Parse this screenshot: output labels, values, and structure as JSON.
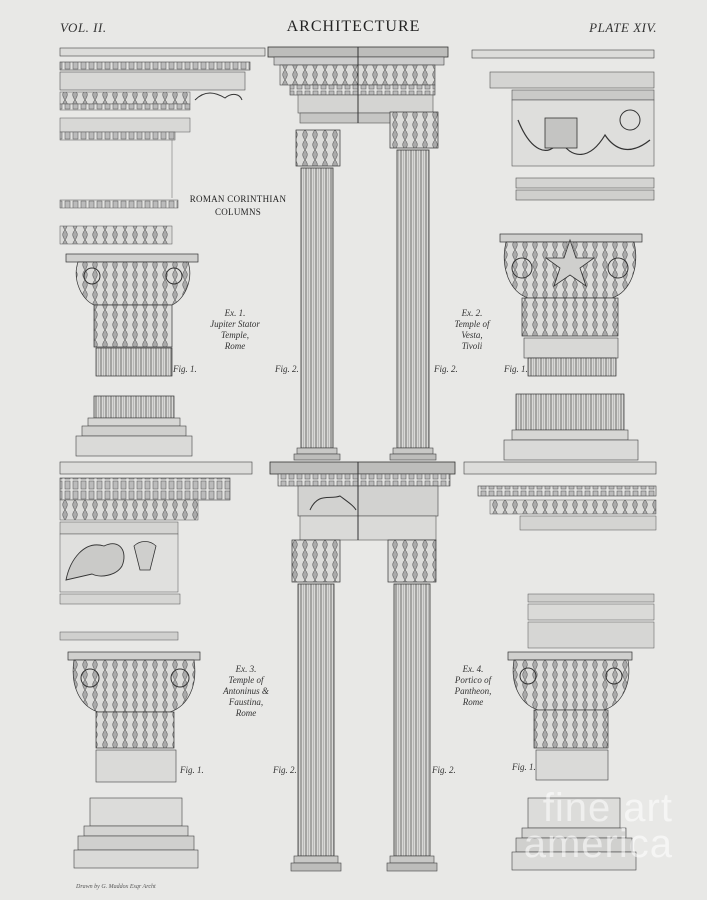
{
  "header": {
    "volume": "VOL. II.",
    "title": "ARCHITECTURE",
    "plate": "PLATE XIV."
  },
  "section_title": [
    "ROMAN CORINTHIAN",
    "COLUMNS"
  ],
  "examples": [
    {
      "label": "Ex. 1.",
      "place": [
        "Jupiter Stator",
        "Temple,",
        "Rome"
      ]
    },
    {
      "label": "Ex. 2.",
      "place": [
        "Temple of",
        "Vesta,",
        "Tivoli"
      ]
    },
    {
      "label": "Ex. 3.",
      "place": [
        "Temple of",
        "Antoninus &",
        "Faustina,",
        "Rome"
      ]
    },
    {
      "label": "Ex. 4.",
      "place": [
        "Portico of",
        "Pantheon,",
        "Rome"
      ]
    }
  ],
  "figure_labels": {
    "fig1": "Fig. 1.",
    "fig2": "Fig. 2."
  },
  "credit": "Drawn by G. Maddox Esqr Archt",
  "watermark": [
    "fine art",
    "america"
  ]
}
